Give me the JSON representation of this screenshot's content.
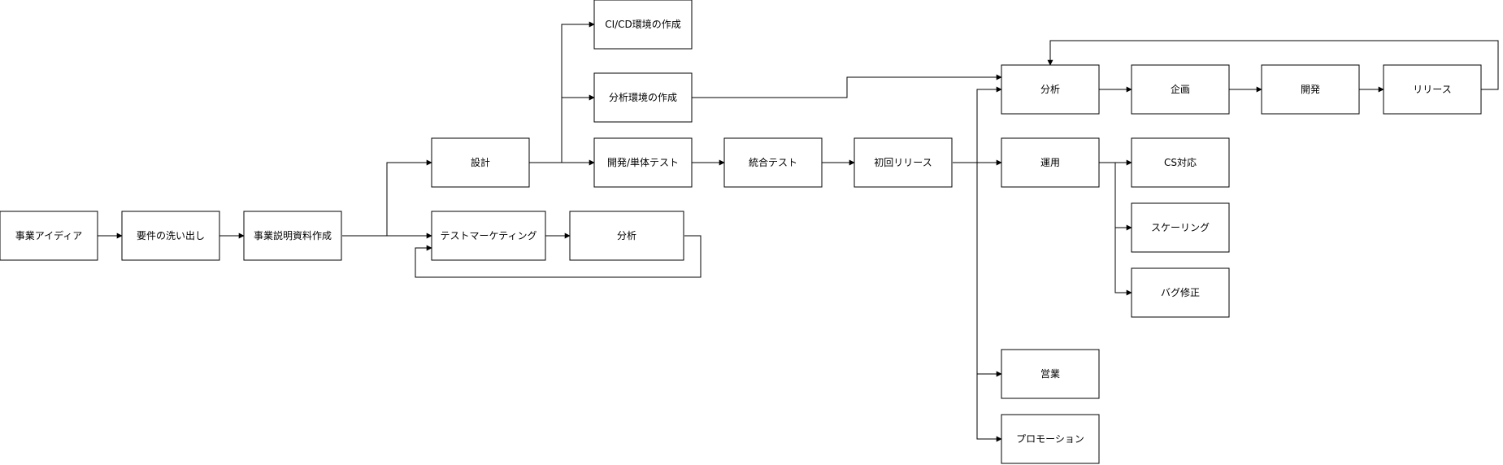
{
  "nodes": {
    "business_idea": "事業アイディア",
    "requirements": "要件の洗い出し",
    "business_docs": "事業説明資料作成",
    "design": "設計",
    "test_marketing": "テストマーケティング",
    "analysis_tm": "分析",
    "cicd": "CI/CD環境の作成",
    "analysis_env": "分析環境の作成",
    "dev_unit_test": "開発/単体テスト",
    "integration_test": "統合テスト",
    "initial_release": "初回リリース",
    "analysis": "分析",
    "planning": "企画",
    "development": "開発",
    "release": "リリース",
    "operations": "運用",
    "cs_support": "CS対応",
    "scaling": "スケーリング",
    "bug_fix": "バグ修正",
    "sales": "営業",
    "promotion": "プロモーション"
  },
  "colors": {
    "stroke": "#000000",
    "fill": "#ffffff",
    "text": "#000000"
  }
}
